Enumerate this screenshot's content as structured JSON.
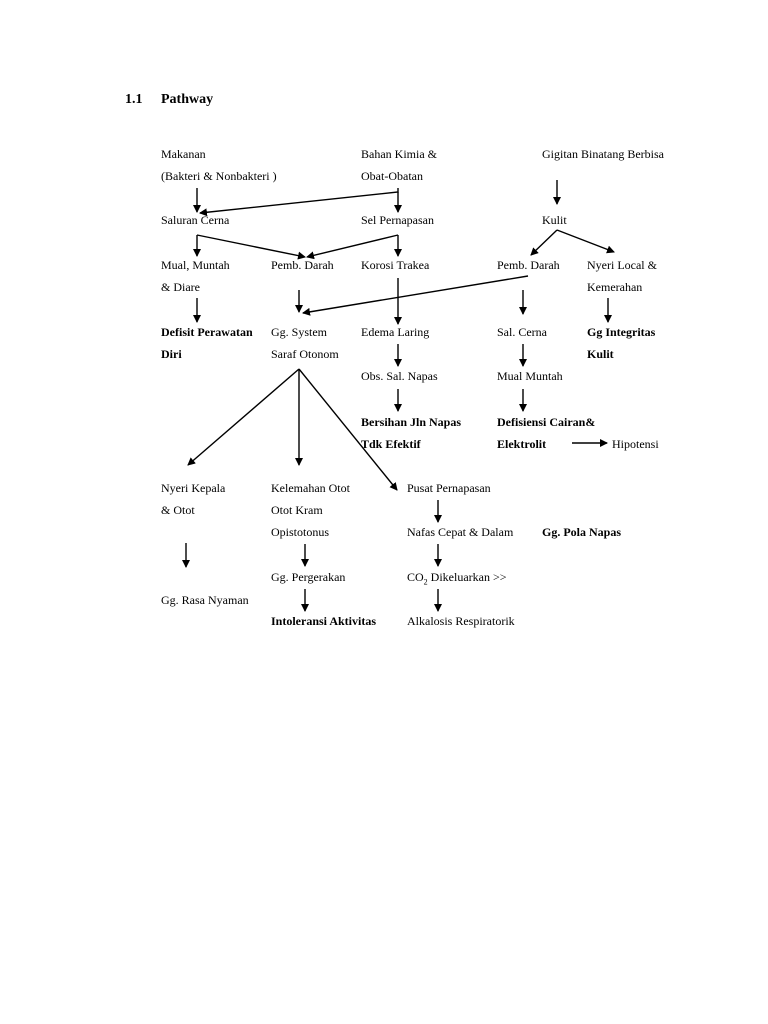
{
  "section": {
    "number": "1.1",
    "title": "Pathway"
  },
  "causes": {
    "makanan_1": "Makanan",
    "makanan_2": "(Bakteri & Nonbakteri )",
    "kimia_1": "Bahan Kimia &",
    "kimia_2": "Obat-Obatan",
    "gigitan": "Gigitan Binatang Berbisa"
  },
  "nodes": {
    "saluran_cerna": "Saluran Cerna",
    "sel_pernapasan": "Sel Pernapasan",
    "kulit": "Kulit",
    "mual_muntah_1": "Mual, Muntah",
    "mual_muntah_2": "& Diare",
    "pemb_darah_1": "Pemb. Darah",
    "korosi_trakea": "Korosi Trakea",
    "pemb_darah_2": "Pemb. Darah",
    "nyeri_local_1": "Nyeri Local &",
    "nyeri_local_2": "Kemerahan",
    "defisit_1": "Defisit Perawatan",
    "defisit_2": "Diri",
    "gg_system_1": "Gg. System",
    "gg_system_2": "Saraf Otonom",
    "edema_laring": "Edema Laring",
    "sal_cerna": "Sal. Cerna",
    "gg_integritas_1": "Gg Integritas",
    "gg_integritas_2": "Kulit",
    "obs_sal_napas": "Obs. Sal. Napas",
    "mual_muntah_3": "Mual Muntah",
    "bersihan_1": "Bersihan Jln Napas",
    "bersihan_2": "Tdk Efektif",
    "defisiensi_1": "Defisiensi Cairan&",
    "defisiensi_2": "Elektrolit",
    "hipotensi": "Hipotensi",
    "nyeri_kepala_1": "Nyeri Kepala",
    "nyeri_kepala_2": "& Otot",
    "kelemahan_1": "Kelemahan Otot",
    "kelemahan_2": "Otot Kram",
    "kelemahan_3": "Opistotonus",
    "pusat_pernapasan": "Pusat Pernapasan",
    "nafas_cepat": "Nafas Cepat & Dalam",
    "gg_pola_napas": "Gg. Pola Napas",
    "gg_pergerakan": "Gg. Pergerakan",
    "co2_prefix": "CO",
    "co2_sub": "2",
    "co2_suffix": " Dikeluarkan >>",
    "gg_rasa_nyaman": "Gg. Rasa Nyaman",
    "intoleransi": "Intoleransi Aktivitas",
    "alkalosis": "Alkalosis Respiratorik"
  }
}
